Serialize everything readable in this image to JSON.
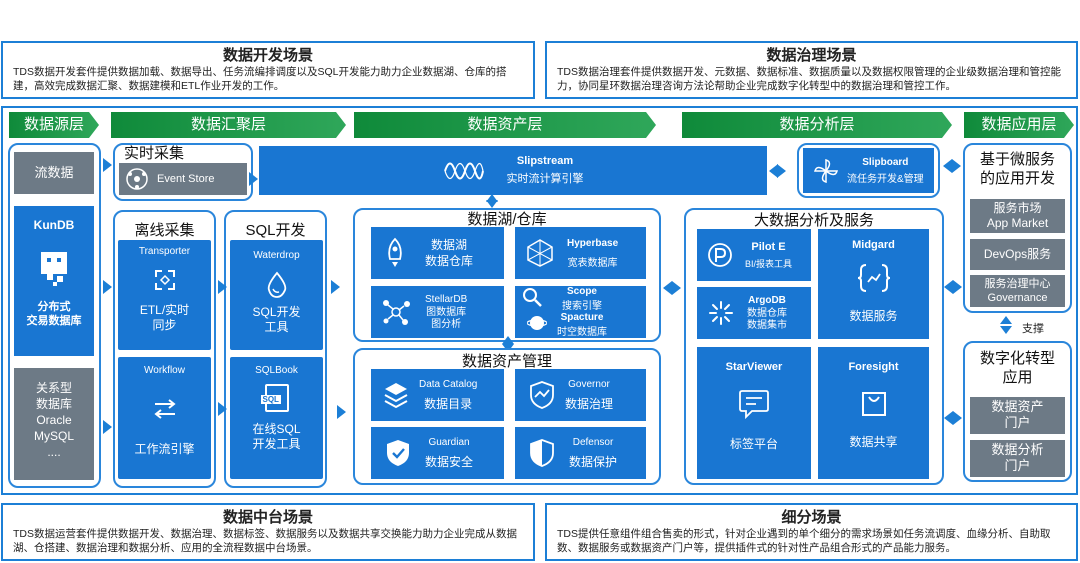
{
  "scenes": {
    "dev": {
      "title": "数据开发场景",
      "desc": "TDS数据开发套件提供数据加载、数据导出、任务流编排调度以及SQL开发能力助力企业数据湖、仓库的搭建，高效完成数据汇聚、数据建模和ETL作业开发的工作。"
    },
    "gov": {
      "title": "数据治理场景",
      "desc": "TDS数据治理套件提供数据开发、元数据、数据标准、数据质量以及数据权限管理的企业级数据治理和管控能力，协同星环数据治理咨询方法论帮助企业完成数字化转型中的数据治理和管控工作。"
    },
    "mid": {
      "title": "数据中台场景",
      "desc": "TDS数据运营套件提供数据开发、数据治理、数据标签、数据服务以及数据共享交换能力助力企业完成从数据湖、仓搭建、数据治理和数据分析、应用的全流程数据中台场景。"
    },
    "sub": {
      "title": "细分场景",
      "desc": "TDS提供任意组件组合售卖的形式，针对企业遇到的单个细分的需求场景如任务流调度、血缘分析、自助取数、数据服务或数据资产门户等，提供插件式的针对性产品组合形式的产品能力服务。"
    }
  },
  "layers": [
    "数据源层",
    "数据汇聚层",
    "数据资产层",
    "数据分析层",
    "数据应用层"
  ],
  "source": {
    "stream": "流数据",
    "kundb_title": "KunDB",
    "kundb_sub": "分布式\n交易数据库",
    "rel_lines": [
      "关系型",
      "数据库",
      "Oracle",
      "MySQL",
      "...."
    ]
  },
  "realtime": {
    "title": "实时采集",
    "event_store": "Event Store",
    "slipstream_title": "Slipstream",
    "slipstream_sub": "实时流计算引擎",
    "slipboard_title": "Slipboard",
    "slipboard_sub": "流任务开发&管理"
  },
  "offline": {
    "title": "离线采集",
    "transporter_title": "Transporter",
    "transporter_sub": "ETL/实时\n同步",
    "workflow_title": "Workflow",
    "workflow_sub": "工作流引擎"
  },
  "sqldev": {
    "title": "SQL开发",
    "waterdrop_title": "Waterdrop",
    "waterdrop_sub": "SQL开发\n工具",
    "sqlbook_title": "SQLBook",
    "sqlbook_sub": "在线SQL\n开发工具",
    "sql_badge": "SQL"
  },
  "lake": {
    "title": "数据湖/仓库",
    "c1": "数据湖\n数据仓库",
    "hyperbase_title": "Hyperbase",
    "hyperbase_sub": "宽表数据库",
    "stellar_title": "StellarDB",
    "stellar_sub": "图数据库\n图分析",
    "scope_title": "Scope",
    "scope_sub": "搜索引擎",
    "spacture_title": "Spacture",
    "spacture_sub": "时空数据库"
  },
  "assets": {
    "title": "数据资产管理",
    "catalog_title": "Data Catalog",
    "catalog_sub": "数据目录",
    "governor_title": "Governor",
    "governor_sub": "数据治理",
    "guardian_title": "Guardian",
    "guardian_sub": "数据安全",
    "defensor_title": "Defensor",
    "defensor_sub": "数据保护"
  },
  "analysis": {
    "title": "大数据分析及服务",
    "pilot_title": "Pilot E",
    "pilot_sub": "BI/报表工具",
    "midgard_title": "Midgard",
    "midgard_sub": "数据服务",
    "argo_title": "ArgoDB",
    "argo_sub": "数据仓库\n数据集市",
    "starviewer_title": "StarViewer",
    "starviewer_sub": "标签平台",
    "foresight_title": "Foresight",
    "foresight_sub": "数据共享"
  },
  "apps": {
    "micro_title": "基于微服务\n的应用开发",
    "market": "服务市场\nApp Market",
    "devops": "DevOps服务",
    "governance": "服务治理中心\nGovernance",
    "support": "支撑",
    "digital_title": "数字化转型\n应用",
    "portal1": "数据资产\n门户",
    "portal2": "数据分析\n门户"
  }
}
